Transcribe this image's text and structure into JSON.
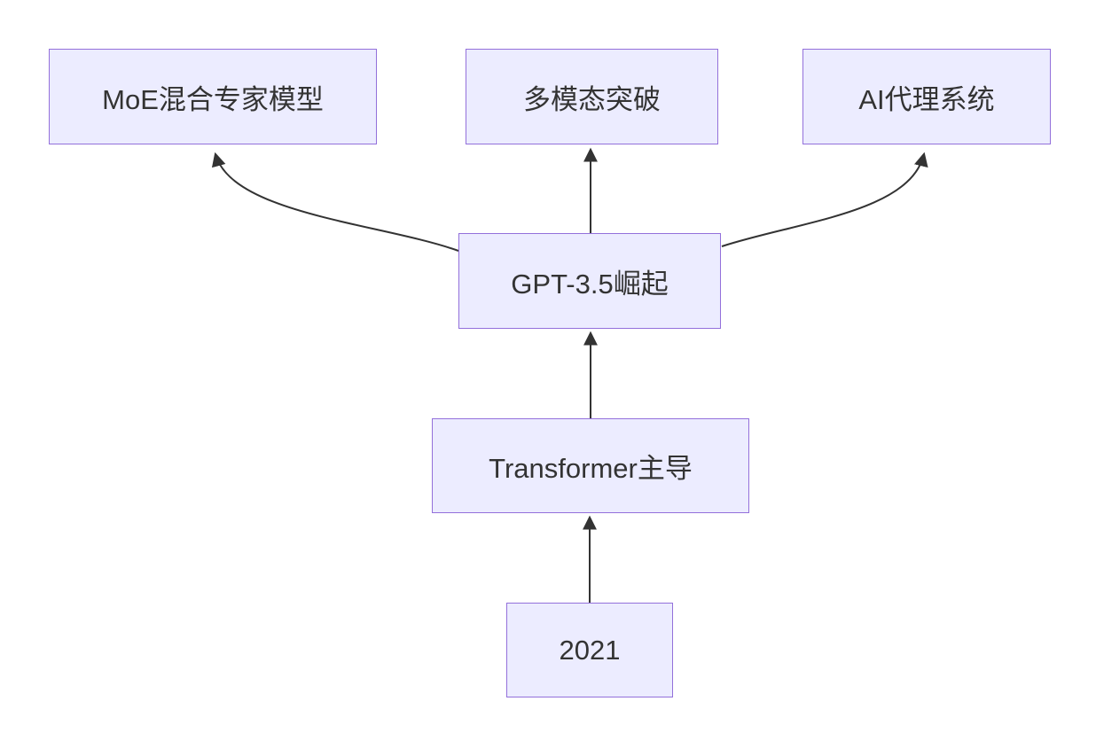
{
  "diagram": {
    "type": "flowchart",
    "direction": "bottom-to-top",
    "nodes": [
      {
        "id": "moe",
        "label": "MoE混合专家模型"
      },
      {
        "id": "multimodal",
        "label": "多模态突破"
      },
      {
        "id": "agents",
        "label": "AI代理系统"
      },
      {
        "id": "gpt35",
        "label": "GPT-3.5崛起"
      },
      {
        "id": "transformer",
        "label": "Transformer主导"
      },
      {
        "id": "y2021",
        "label": "2021"
      }
    ],
    "edges": [
      {
        "from": "2021",
        "to": "Transformer主导",
        "style": "straight-arrow"
      },
      {
        "from": "Transformer主导",
        "to": "GPT-3.5崛起",
        "style": "straight-arrow"
      },
      {
        "from": "GPT-3.5崛起",
        "to": "MoE混合专家模型",
        "style": "curved-arrow"
      },
      {
        "from": "GPT-3.5崛起",
        "to": "多模态突破",
        "style": "straight-arrow"
      },
      {
        "from": "GPT-3.5崛起",
        "to": "AI代理系统",
        "style": "curved-arrow"
      }
    ],
    "colors": {
      "node_fill": "#ECECFF",
      "node_border": "#9370DB",
      "edge": "#333333",
      "text": "#333333",
      "background": "#FFFFFF"
    }
  }
}
